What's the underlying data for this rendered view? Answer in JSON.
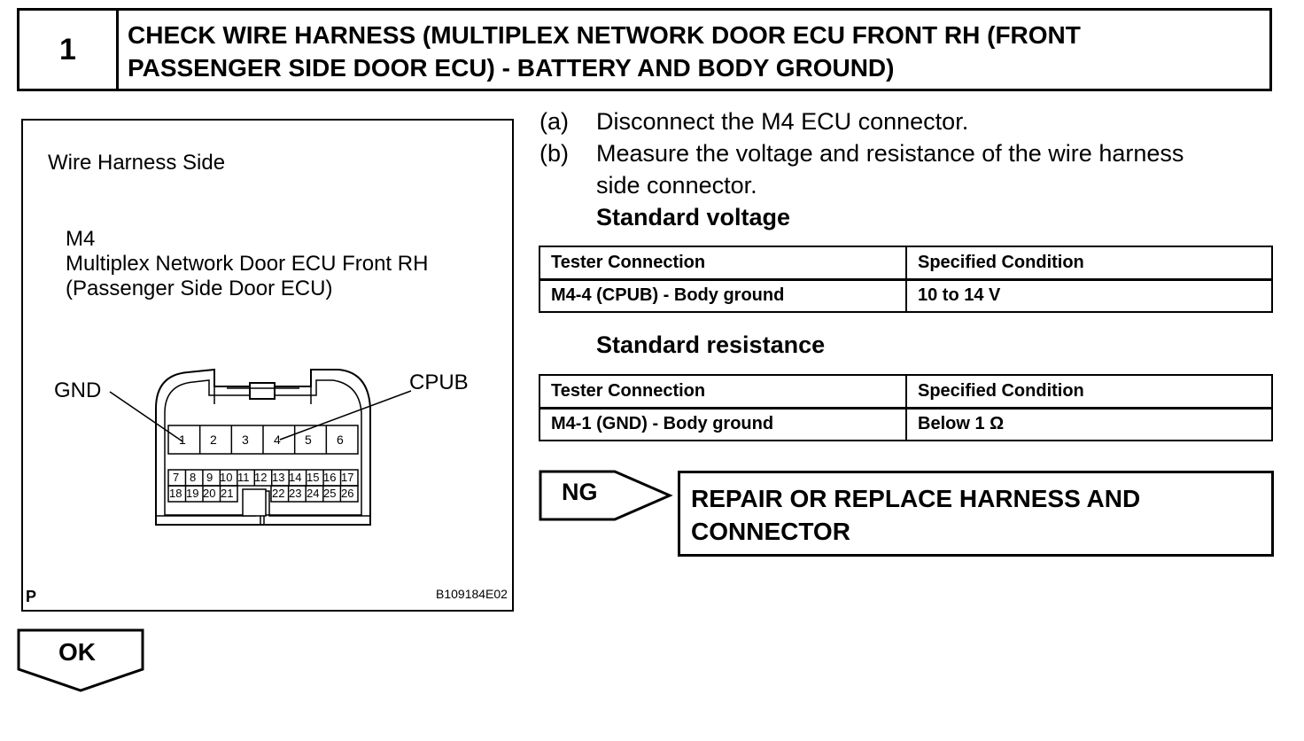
{
  "step": {
    "number": "1",
    "title_line1": "CHECK WIRE HARNESS (MULTIPLEX NETWORK DOOR ECU FRONT RH (FRONT",
    "title_line2": "PASSENGER SIDE DOOR ECU) - BATTERY AND BODY GROUND)"
  },
  "figure": {
    "side_label": "Wire Harness Side",
    "connector_id": "M4",
    "connector_name_line1": "Multiplex Network Door ECU Front  RH",
    "connector_name_line2": "(Passenger Side Door ECU)",
    "pin_label_left": "GND",
    "pin_label_right": "CPUB",
    "top_row_pins": [
      "1",
      "2",
      "3",
      "4",
      "5",
      "6"
    ],
    "mid_row_pins": [
      "7",
      "8",
      "9",
      "10",
      "11",
      "12",
      "13",
      "14",
      "15",
      "16",
      "17"
    ],
    "bottom_row_left_pins": [
      "18",
      "19",
      "20",
      "21"
    ],
    "bottom_row_right_pins": [
      "22",
      "23",
      "24",
      "25",
      "26"
    ],
    "corner_mark": "P",
    "figure_code": "B109184E02"
  },
  "instructions": [
    {
      "label": "(a)",
      "line1": "Disconnect the M4 ECU connector.",
      "line2": ""
    },
    {
      "label": "(b)",
      "line1": "Measure the voltage and resistance of the wire harness",
      "line2": "side connector."
    }
  ],
  "standard_voltage": {
    "heading": "Standard voltage",
    "headers": [
      "Tester Connection",
      "Specified Condition"
    ],
    "rows": [
      [
        "M4-4 (CPUB) - Body ground",
        "10 to 14 V"
      ]
    ]
  },
  "standard_resistance": {
    "heading": "Standard resistance",
    "headers": [
      "Tester Connection",
      "Specified Condition"
    ],
    "rows": [
      [
        "M4-1 (GND) - Body ground",
        "Below 1 Ω"
      ]
    ]
  },
  "ng": {
    "label": "NG",
    "action_line1": "REPAIR OR REPLACE HARNESS AND",
    "action_line2": "CONNECTOR"
  },
  "ok": {
    "label": "OK"
  }
}
